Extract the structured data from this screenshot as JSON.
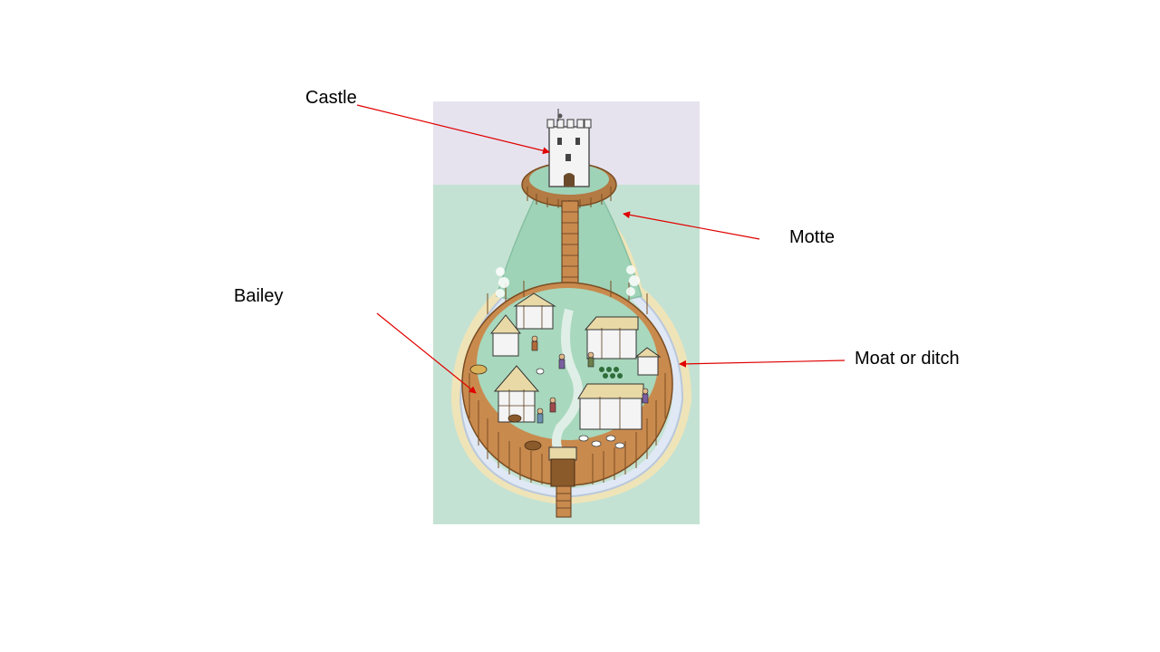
{
  "labels": {
    "castle": "Castle",
    "motte": "Motte",
    "bailey": "Bailey",
    "moat": "Moat or ditch"
  },
  "colors": {
    "arrow": "#e00000",
    "sky": "#e6e3ef",
    "grass": "#c4e2d3",
    "mound": "#9fd3b8",
    "bank": "#efe4b8",
    "water": "#dfe8f4",
    "palisade": "#c98a4e",
    "palisade_dark": "#7a4d22",
    "timber": "#5a3a1e",
    "stone": "#f4f4f4"
  },
  "icons": [
    "motte-and-bailey-illustration"
  ]
}
